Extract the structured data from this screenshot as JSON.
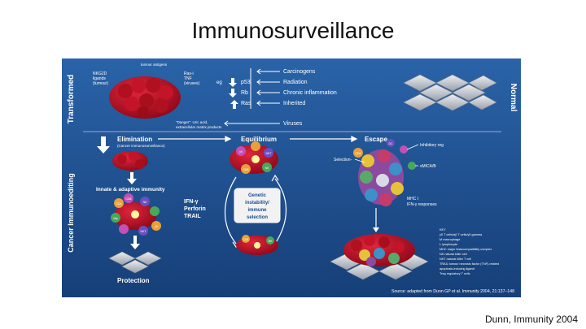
{
  "slide": {
    "title": "Immunosurveillance",
    "citation": "Dunn, Immunity 2004"
  },
  "figure": {
    "colors": {
      "background": "#1d4e8f",
      "text": "#ffffff",
      "tumor": "#c8102e",
      "normal_tissue": "#c9ccd2",
      "label_box": "#f2f2f2"
    },
    "side_labels": {
      "transformed": "Transformed",
      "normal": "Normal",
      "cancer_immunoediting": "Cancer Immunoediting"
    },
    "top": {
      "tumor_antigens": "tumour antigens",
      "nkg2d_ligands": [
        "NKG2D",
        "ligands",
        "(tumour)"
      ],
      "ras_lines": [
        "Ras-i",
        "TNF",
        "(viruses)"
      ],
      "danger_lines": [
        "\"Danger\": Uric acid,",
        "extracellular matrix products"
      ],
      "gene_prefix": "eg",
      "genes": [
        "p53",
        "Rb",
        "Ras"
      ],
      "causes": [
        "Carcinogens",
        "Radiation",
        "Chronic inflammation",
        "Inherited"
      ],
      "viruses": "Viruses"
    },
    "phases": {
      "elimination": "Elimination",
      "elimination_sub": "(Cancer immunosurveillance)",
      "equilibrium": "Equilibrium",
      "escape": "Escape",
      "protection": "Protection"
    },
    "immunity_label": "Innate & adaptive immunity",
    "effectors": [
      "IFN-γ",
      "Perforin",
      "TRAIL"
    ],
    "genetic_lines": [
      "Genetic",
      "instability/",
      "immune",
      "selection"
    ],
    "escape_side": [
      "Selection-",
      "MHC I",
      "IFN-γ responses"
    ],
    "escape_top": [
      "Inhibitory reg",
      "sMICA/B"
    ],
    "cell_labels": {
      "cd4": "CD4",
      "cd8": "CD8",
      "nkt": "NKT",
      "nk": "NK",
      "gd": "γδ",
      "mac": "Mφ",
      "dc": "DC"
    },
    "key_lines": [
      "KEY",
      "γδ T cells/αβ T cells/γδ gamma",
      "M macrophage",
      "L lymphocyte",
      "MHC major histocompatibility complex",
      "NK natural killer cell",
      "NKT natural killer T cell",
      "TRAIL tumour necrosis factor (TNF)-related",
      "apoptosis-inducing ligand",
      "Treg regulatory T cells"
    ],
    "source": "Source: adapted from Dunn GP et al. Immunity 2004, 21:137–148"
  }
}
